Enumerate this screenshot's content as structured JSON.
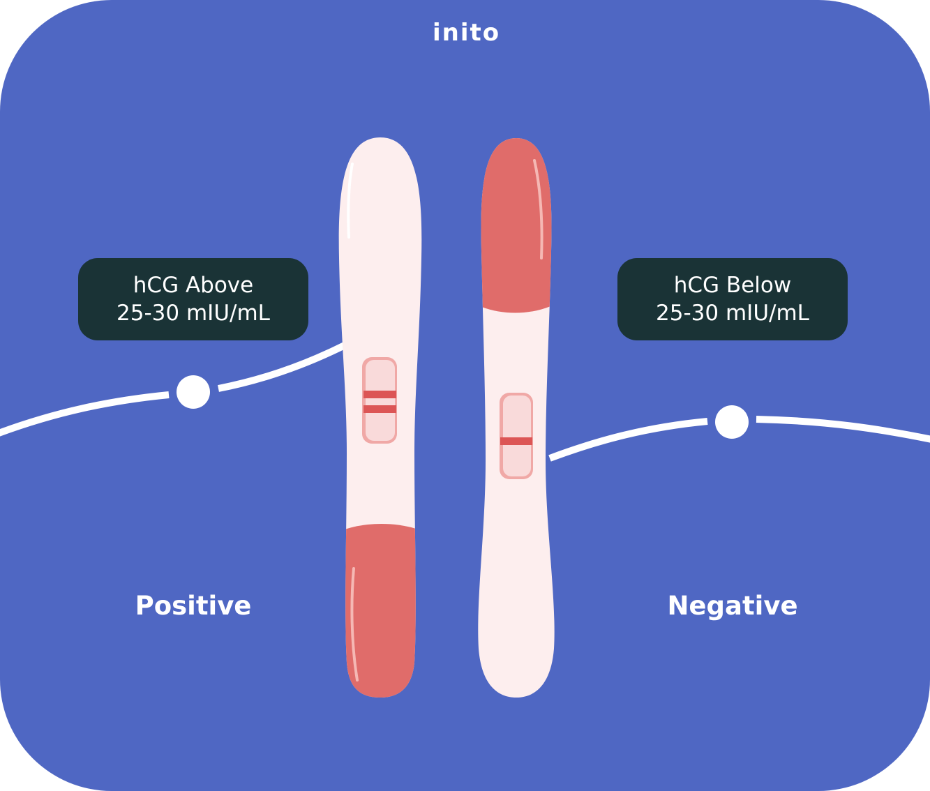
{
  "brand": {
    "name": "inito"
  },
  "callouts": {
    "positive": {
      "line1": "hCG Above",
      "line2": "25-30 mIU/mL"
    },
    "negative": {
      "line1": "hCG Below",
      "line2": "25-30 mIU/mL"
    }
  },
  "results": {
    "positive": "Positive",
    "negative": "Negative"
  },
  "colors": {
    "background": "#4f67c3",
    "callout": "#1a3336",
    "test_body": "#fdeeee",
    "test_cap": "#e06c6a",
    "test_line": "#dc5555",
    "window": "#f5d4d4",
    "connector": "#ffffff"
  },
  "tests": {
    "positive": {
      "result_lines": 2
    },
    "negative": {
      "result_lines": 1
    }
  }
}
